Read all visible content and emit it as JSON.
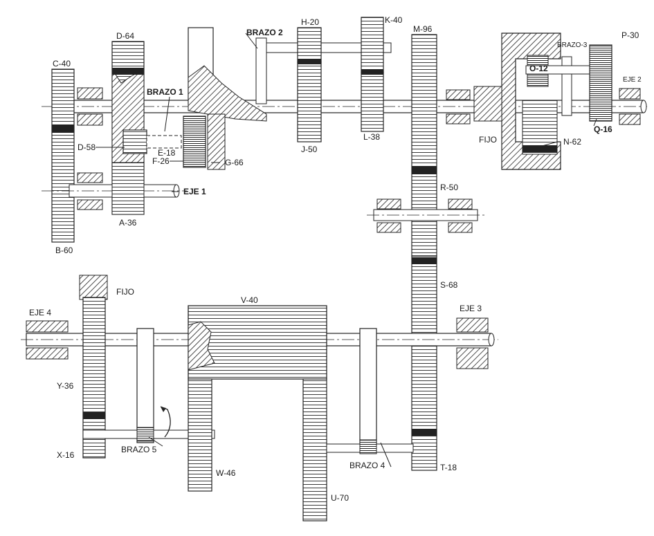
{
  "labels": {
    "c40": "C-40",
    "d64": "D-64",
    "h20": "H-20",
    "k40": "K-40",
    "m96": "M-96",
    "p30": "P-30",
    "brazo2": "BRAZO 2",
    "brazo3": "BRAZO-3",
    "o12": "O-12",
    "eje2": "EJE 2",
    "brazo1": "BRAZO 1",
    "d58": "D-58",
    "e18": "E-18",
    "f26": "F-26",
    "g66": "G-66",
    "j50": "J-50",
    "l38": "L-38",
    "fijo_top": "FIJO",
    "n62": "N-62",
    "q16": "Q-16",
    "eje1": "EJE 1",
    "a36": "A-36",
    "b60": "B-60",
    "r50": "R-50",
    "s68": "S-68",
    "fijo_bottom": "FIJO",
    "v40": "V-40",
    "eje4": "EJE 4",
    "eje3": "EJE 3",
    "y36": "Y-36",
    "x16": "X-16",
    "brazo5": "BRAZO 5",
    "w46": "W-46",
    "brazo4": "BRAZO 4",
    "t18": "T-18",
    "u70": "U-70"
  },
  "colors": {
    "ink": "#1a1a1a",
    "paper": "#ffffff",
    "shade": "#555555"
  }
}
